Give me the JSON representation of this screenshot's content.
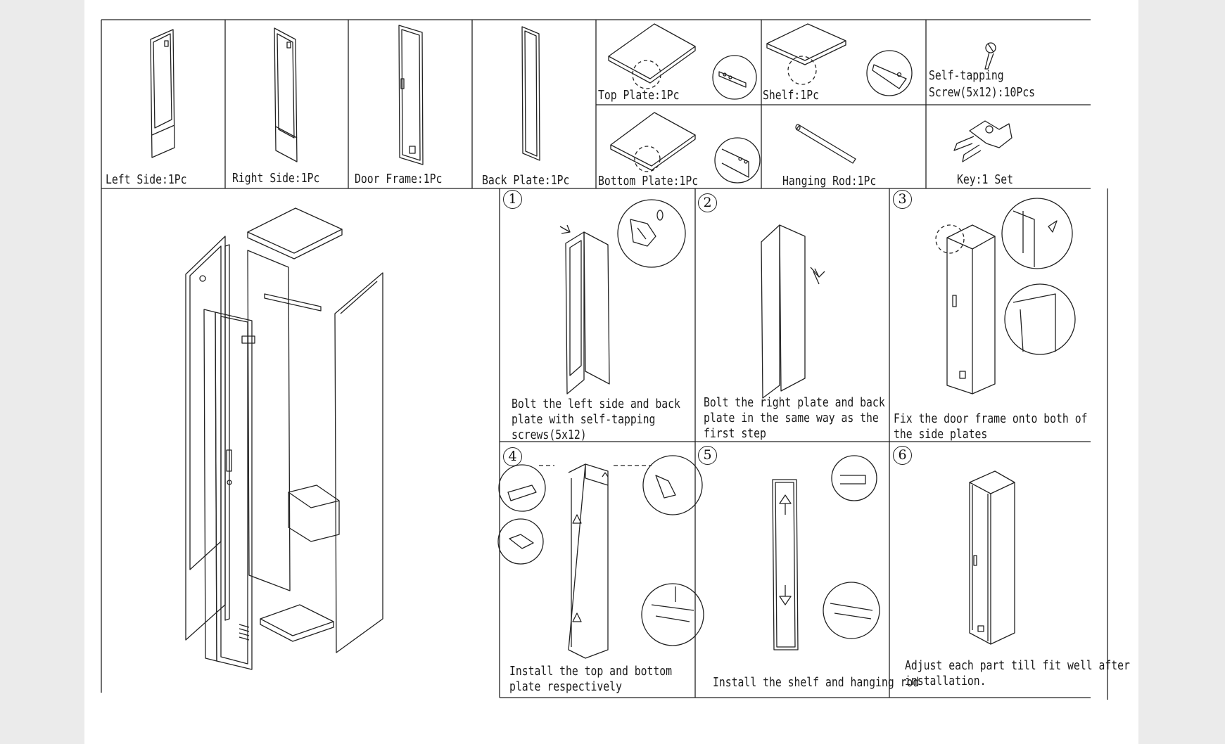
{
  "parts": [
    {
      "label": "Left Side:1Pc",
      "icon": "left-side-panel-icon"
    },
    {
      "label": "Right Side:1Pc",
      "icon": "right-side-panel-icon"
    },
    {
      "label": "Door Frame:1Pc",
      "icon": "door-frame-icon"
    },
    {
      "label": "Back Plate:1Pc",
      "icon": "back-plate-icon"
    },
    {
      "label": "Top Plate:1Pc",
      "icon": "top-plate-icon"
    },
    {
      "label": "Shelf:1Pc",
      "icon": "shelf-icon"
    },
    {
      "label": "Self-tapping",
      "label2": "Screw(5x12):10Pcs",
      "icon": "screw-icon"
    },
    {
      "label": "Bottom Plate:1Pc",
      "icon": "bottom-plate-icon"
    },
    {
      "label": "Hanging Rod:1Pc",
      "icon": "hanging-rod-icon"
    },
    {
      "label": "Key:1 Set",
      "icon": "key-icon"
    }
  ],
  "steps": [
    {
      "num": "1",
      "lines": [
        "Bolt the left side and back",
        "plate with self-tapping",
        "screws(5x12)"
      ]
    },
    {
      "num": "2",
      "lines": [
        "Bolt the right plate and back",
        "plate in the same way as the",
        "first step"
      ]
    },
    {
      "num": "3",
      "lines": [
        "Fix the door frame onto both of",
        "the side plates"
      ]
    },
    {
      "num": "4",
      "lines": [
        "Install the top and bottom",
        "plate respectively"
      ]
    },
    {
      "num": "5",
      "lines": [
        "Install the shelf and hanging rod"
      ]
    },
    {
      "num": "6",
      "lines": [
        "Adjust each part till fit well after",
        "installation."
      ]
    }
  ],
  "colors": {
    "line": "#222222",
    "page": "#ffffff",
    "background": "#ebebeb"
  }
}
